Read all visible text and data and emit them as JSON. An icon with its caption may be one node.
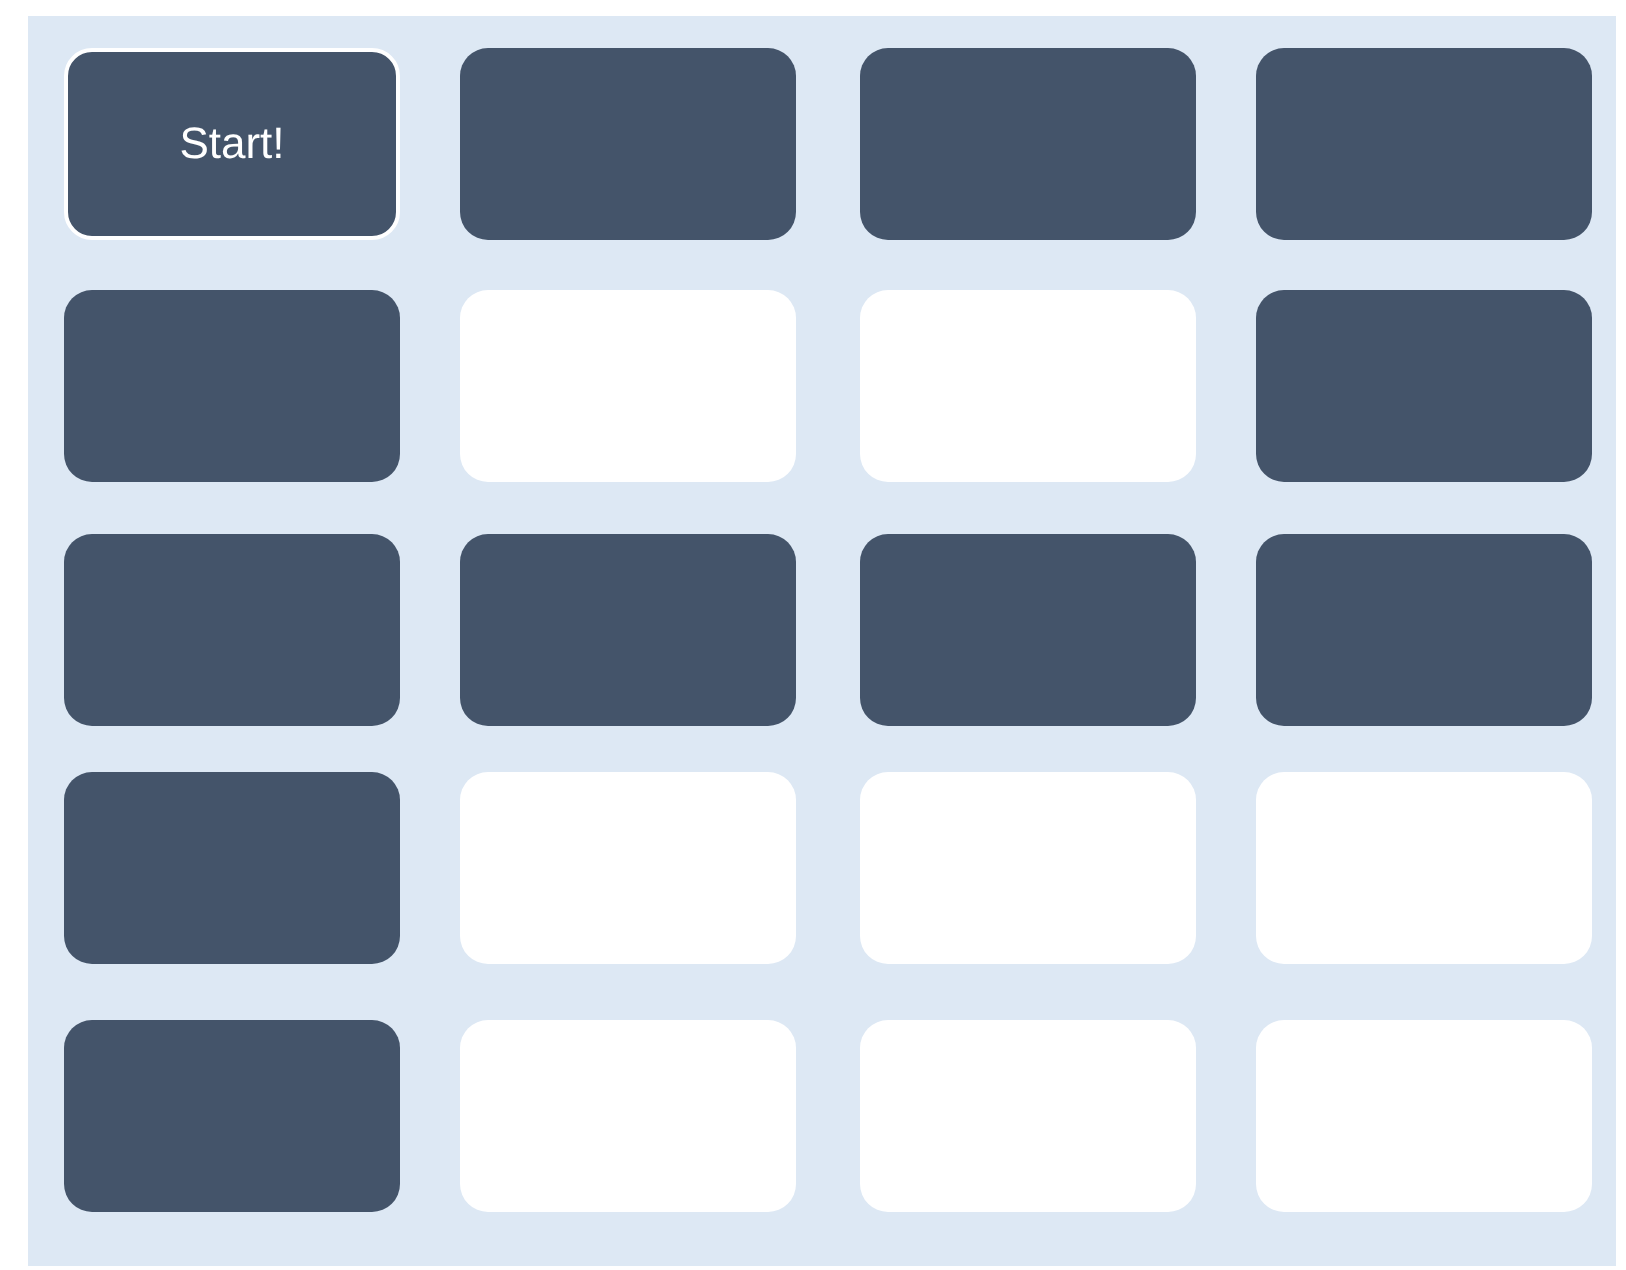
{
  "diagram": {
    "nodes": [
      {
        "text": [
          "Start!"
        ]
      },
      {
        "text": [],
        "shape": "box"
      },
      {
        "text": [],
        "shape": "box"
      },
      {
        "text": [],
        "shape": "box"
      },
      {
        "text": [],
        "shape": "box"
      },
      {
        "text": [],
        "shape": "box"
      },
      {
        "text": [],
        "shape": "box"
      },
      {
        "text": [],
        "shape": "box"
      },
      {
        "text": [],
        "shape": "box"
      },
      {
        "text": [],
        "shape": "box"
      },
      {
        "text": [],
        "shape": "box"
      },
      {
        "text": [],
        "shape": "box"
      },
      {
        "text": [],
        "shape": "box"
      },
      {
        "text": [],
        "shape": "box"
      },
      {
        "text": [],
        "shape": "box"
      },
      {
        "text": [],
        "shape": "box"
      },
      {
        "text": [],
        "shape": "box"
      },
      {
        "text": [],
        "shape": "box"
      },
      {
        "text": [],
        "shape": "box"
      },
      {
        "text": [],
        "shape": "box"
      }
    ]
  }
}
